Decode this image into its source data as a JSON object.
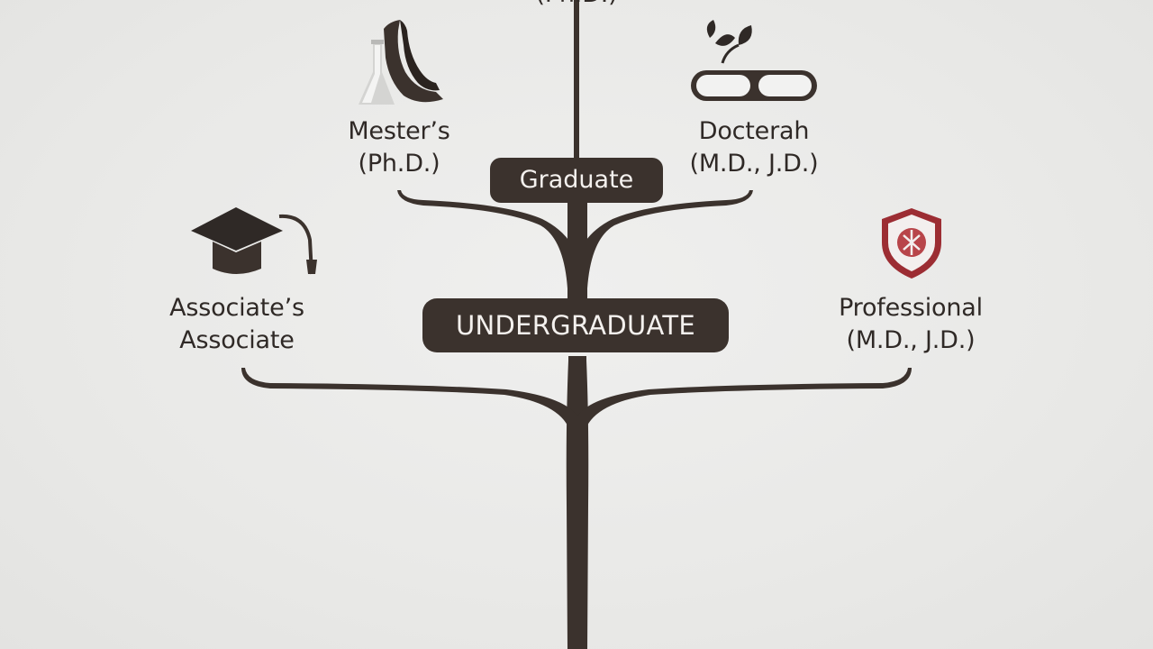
{
  "top": {
    "partial_text": "(Ph.D.)"
  },
  "stages": {
    "graduate": "Graduate",
    "undergraduate": "UNDERGRADUATE"
  },
  "nodes": {
    "masters": {
      "line1": "Mester’s",
      "line2": "(Ph.D.)",
      "icon": "flask-paper-icon"
    },
    "doctorate": {
      "line1": "Docterah",
      "line2": "(M.D., J.D.)",
      "icon": "capsule-leaves-icon"
    },
    "associate": {
      "line1": "Associate’s",
      "line2": "Associate",
      "icon": "graduation-cap-icon"
    },
    "professional": {
      "line1": "Professional",
      "line2": "(M.D., J.D.)",
      "icon": "shield-icon"
    }
  },
  "colors": {
    "background": "#ebebea",
    "branch": "#3b322d",
    "text": "#2f2926",
    "pill_text": "#f4f1ee",
    "shield_accent": "#9c2d33"
  }
}
